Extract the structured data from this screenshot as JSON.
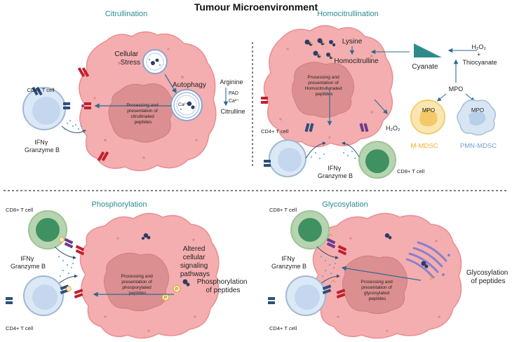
{
  "title": "Tumour Microenvironment",
  "colors": {
    "tumour_fill": "#f4aeb0",
    "tumour_stroke": "#ea8d91",
    "nucleus_fill": "#dc8f90",
    "cd4_fill": "#dbe8f5",
    "cd4_stroke": "#9fb8d3",
    "cd8_fill": "#b7d4b0",
    "cd8_nucleus": "#3f9162",
    "mmdsc_fill": "#fbe6b3",
    "pmn_fill": "#d8e6f4",
    "teal": "#2e8b8b",
    "arrow": "#2f6b8f"
  },
  "panels": {
    "citrullination": {
      "heading": "Citrullination",
      "cellular_stress": [
        "Cellular",
        "Stress"
      ],
      "autophagy": "Autophagy",
      "calcium": "Ca²⁺",
      "arginine": "Arginine",
      "pad": "PAD",
      "pad_calcium": "Ca²⁺",
      "citrulline": "Citrulline",
      "processing": [
        "Processing and",
        "presentation of",
        "citrullinated",
        "peptides"
      ],
      "cd4_label": "CD4+ T cell",
      "effector": [
        "IFNγ",
        "Granzyme B"
      ]
    },
    "homocitrullination": {
      "heading": "Homocitrullination",
      "lysine": "Lysine",
      "homocitrulline": "Homocitrulline",
      "processing": [
        "Processing and",
        "presentation of",
        "Homocitrullunated",
        "peptides"
      ],
      "h2o2": "H₂O₂",
      "cyanate": "Cyanate",
      "h2o2_top": "H₂O₂",
      "plus": "+",
      "thiocyanate": "Thiocyanate",
      "mpo": "MPO",
      "mpo_mmdsc": "MPO",
      "mpo_pmn": "MPO",
      "mmdsc_label": "M-MDSC",
      "pmn_label": "PMN-MDSC",
      "cd4_label": "CD4+ T cell",
      "cd8_label": "CD8+ T cell",
      "effector": [
        "IFNγ",
        "Granzyme B"
      ]
    },
    "phosphorylation": {
      "heading": "Phosphorylation",
      "cd8_label": "CD8+ T cell",
      "cd4_label": "CD4+ T cell",
      "effector": [
        "IFNγ",
        "Granzyme B"
      ],
      "altered": [
        "Altered",
        "cellular",
        "signaling",
        "pathways"
      ],
      "processing": [
        "Processing and",
        "presentation of",
        "phosporylated",
        "peptides"
      ],
      "outcome": [
        "Phosphorylation",
        "of peptides"
      ],
      "p_badge": "P"
    },
    "glycosylation": {
      "heading": "Glycosylation",
      "cd8_label": "CD8+ T cell",
      "cd4_label": "CD4+ T cell",
      "effector": [
        "IFNγ",
        "Granzyme B"
      ],
      "processing": [
        "Processing and",
        "presentation of",
        "glycosylated",
        "peptides"
      ],
      "outcome": [
        "Glycosylation",
        "of peptides"
      ]
    }
  }
}
